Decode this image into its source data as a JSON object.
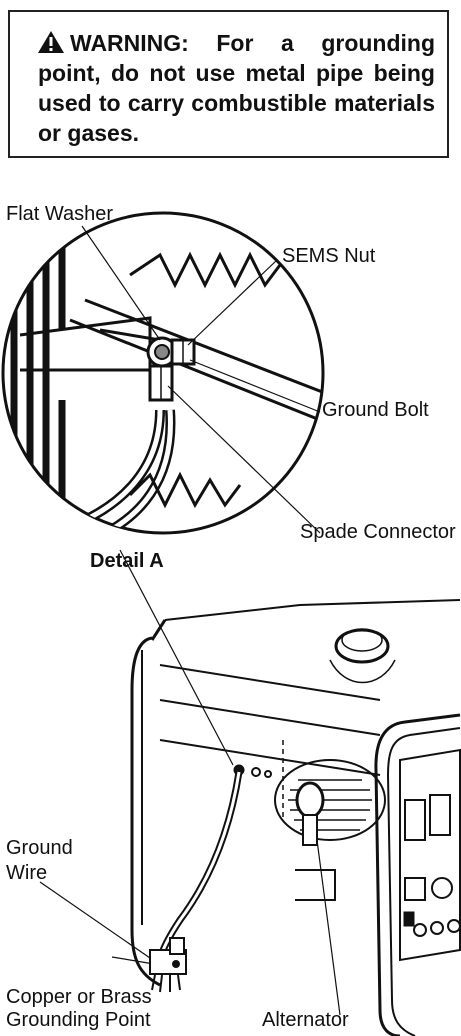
{
  "warning": {
    "text": "WARNING: For a grounding point, do not use metal pipe being used to carry combustible materials or gases.",
    "icon": "warning-triangle-icon"
  },
  "labels": {
    "flat_washer": "Flat Washer",
    "sems_nut": "SEMS Nut",
    "ground_bolt": "Ground Bolt",
    "spade_connector": "Spade Connector",
    "detail_a": "Detail A",
    "ground_wire_line1": "Ground",
    "ground_wire_line2": "Wire",
    "grounding_point_line1": "Copper or Brass",
    "grounding_point_line2": "Grounding Point",
    "alternator": "Alternator"
  }
}
